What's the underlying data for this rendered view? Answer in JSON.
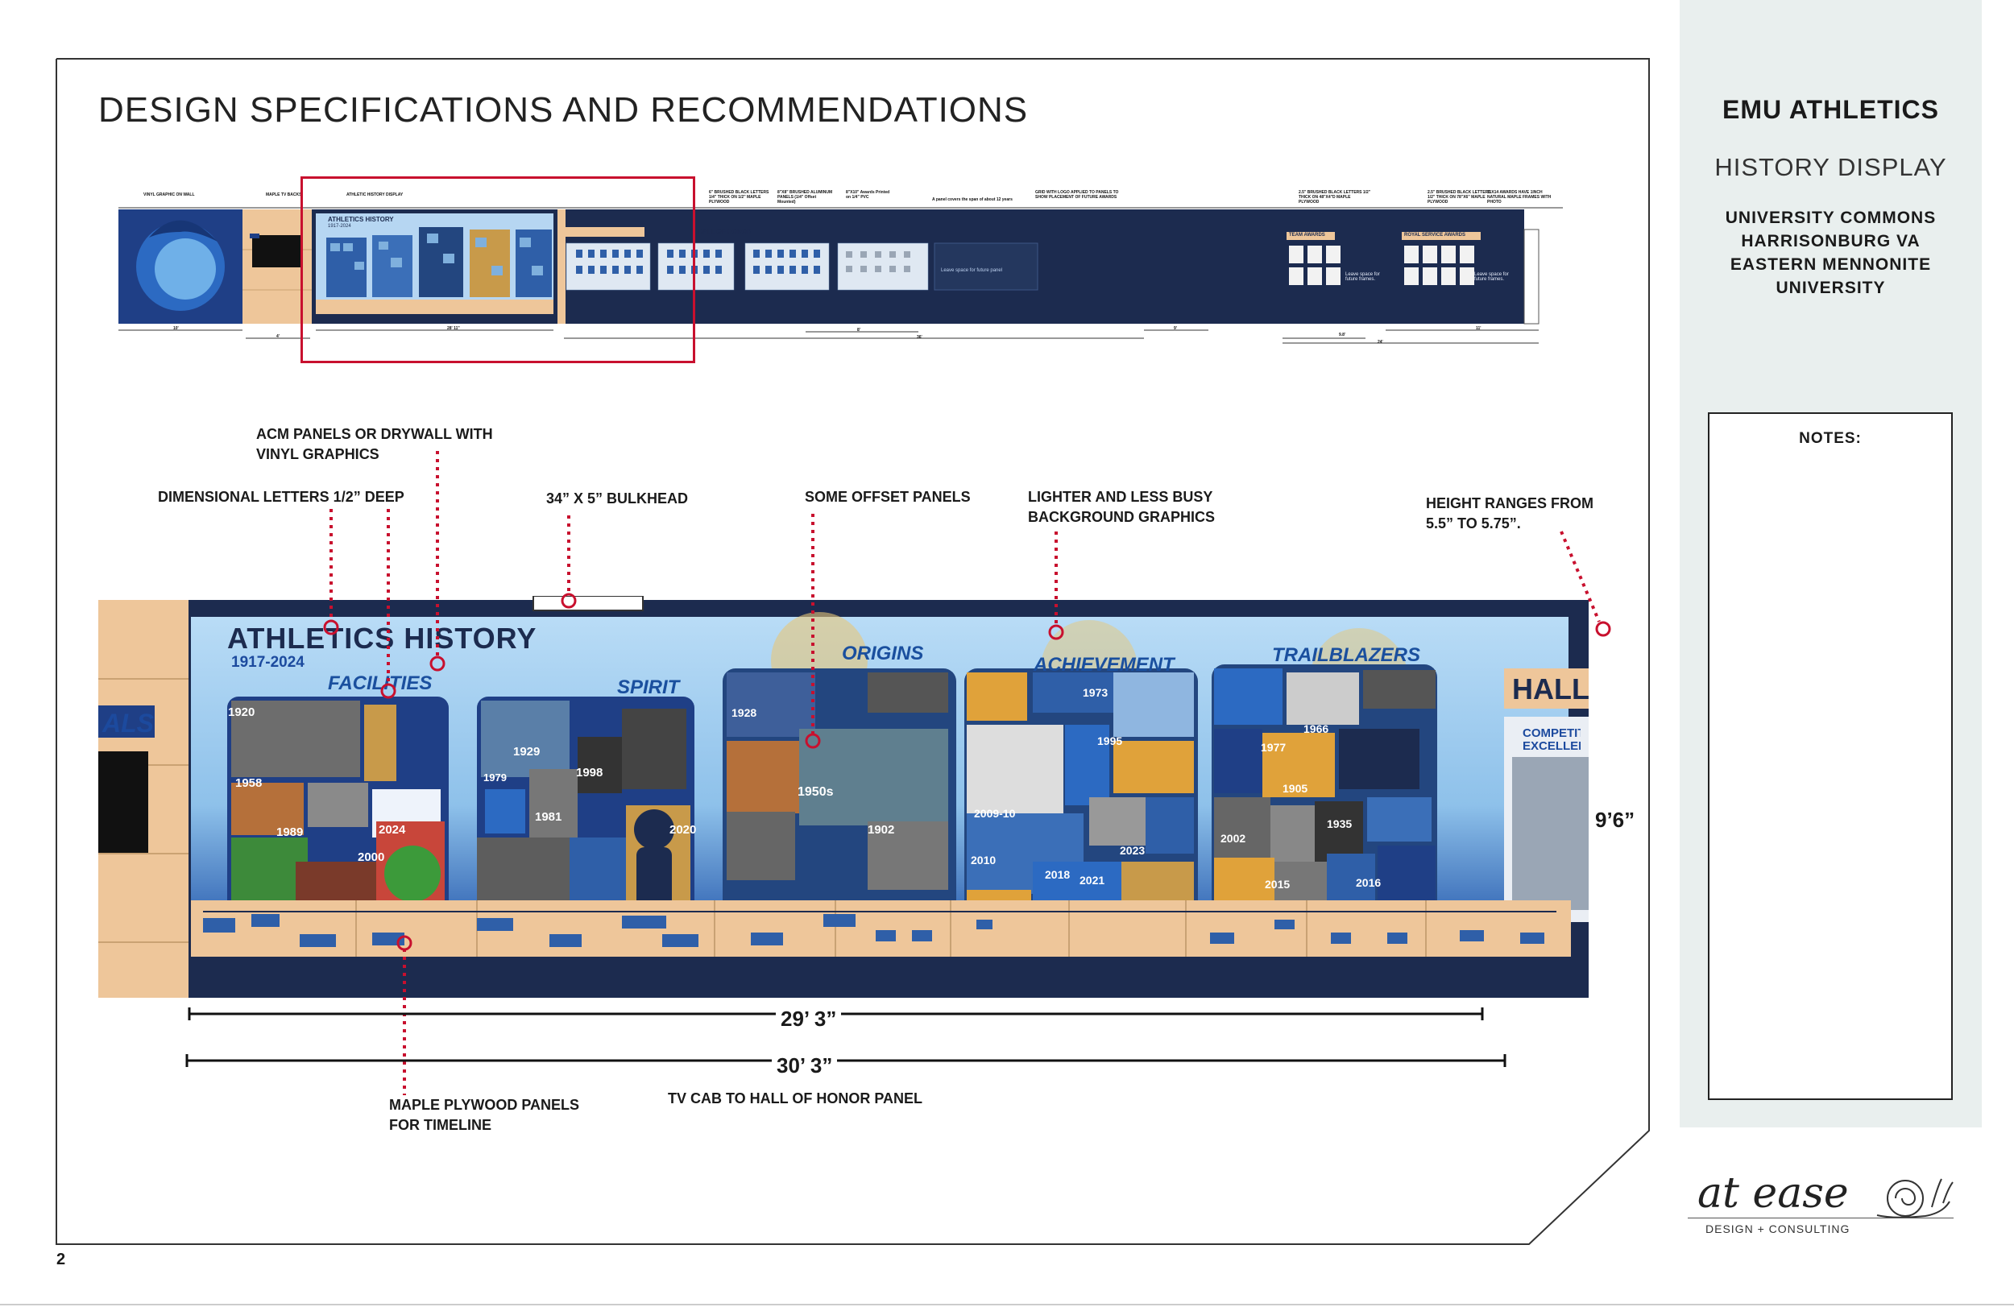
{
  "page": {
    "title": "DESIGN SPECIFICATIONS AND RECOMMENDATIONS",
    "page_number": "2"
  },
  "sidebar": {
    "client": "EMU ATHLETICS",
    "project": "HISTORY DISPLAY",
    "location_lines": [
      "UNIVERSITY COMMONS",
      "HARRISONBURG VA",
      "EASTERN MENNONITE",
      "UNIVERSITY"
    ],
    "notes_label": "NOTES:",
    "logo_text": "at ease",
    "logo_subtext": "DESIGN + CONSULTING"
  },
  "overview": {
    "top_labels": [
      "VINYL GRAPHIC ON WALL",
      "MAPLE TV BACKS",
      "ATHLETIC HISTORY DISPLAY"
    ],
    "spec_labels": [
      "6\" BRUSHED BLACK LETTERS 1/4\" THICK ON 1/2\" MAPLE PLYWOOD",
      "8\"X8\" BRUSHED ALUMINUM PANELS (1/4\" Offset Mounted)",
      "8\"X10\" Awards Printed on 1/4\" PVC",
      "A panel covers the span of about 12 years",
      "GRID WITH LOGO APPLIED TO PANELS TO SHOW PLACEMENT OF FUTURE AWARDS",
      "2.5\" BRUSHED BLACK LETTERS 1/2\" THICK ON 48\"X4\"D MAPLE PLYWOOD",
      "2.5\" BRUSHED BLACK LETTERS 1/2\" THICK ON 78\"X6\" MAPLE PLYWOOD",
      "11X14 AWARDS HAVE 1INCH NATURAL MAPLE FRAMES WITH PHOTO"
    ],
    "mini_history_title": "ATHLETICS HISTORY",
    "mini_history_years": "1917-2024",
    "hall_of_honor": "HALL OF HONOR",
    "future_space": "Leave space for future panel",
    "team_awards": "TEAM AWARDS",
    "royal_service_awards": "ROYAL SERVICE AWARDS",
    "leave_space_frames": "Leave space for future frames.",
    "dims": [
      "10'",
      "4'",
      "28' 11\"",
      "8'",
      "36'",
      "9'",
      "9.8'",
      "11'",
      "24'"
    ]
  },
  "callouts": {
    "acm": "ACM PANELS OR DRYWALL WITH VINYL GRAPHICS",
    "letters": "DIMENSIONAL LETTERS 1/2” DEEP",
    "bulkhead": "34” X 5” BULKHEAD",
    "offset": "SOME OFFSET PANELS",
    "lighter": "LIGHTER AND LESS BUSY BACKGROUND GRAPHICS",
    "height": "HEIGHT RANGES FROM 5.5” TO 5.75”.",
    "maple": "MAPLE PLYWOOD PANELS FOR TIMELINE",
    "tvcab": "TV CAB TO HALL OF HONOR PANEL"
  },
  "display": {
    "title": "ATHLETICS HISTORY",
    "years": "1917-2024",
    "sections": [
      "FACILITIES",
      "SPIRIT",
      "ORIGINS",
      "ACHIEVEMENT",
      "TRAILBLAZERS"
    ],
    "hall": "HALL",
    "competition": "COMPETITI EXCELLEN",
    "royals_fragment": "ALS",
    "year_tags": [
      "1920",
      "1958",
      "1989",
      "2000",
      "2024",
      "1929",
      "1979",
      "1981",
      "1998",
      "2020",
      "1928",
      "1950s",
      "1902",
      "1973",
      "1995",
      "2009-10",
      "2010",
      "2018",
      "2021",
      "2023",
      "1966",
      "1977",
      "1905",
      "1935",
      "2002",
      "2015",
      "2016"
    ]
  },
  "dimensions": {
    "width_inner": "29’ 3”",
    "width_outer": "30’ 3”",
    "height": "9’6”"
  },
  "colors": {
    "navy": "#1c2b4f",
    "maple": "#eec69a",
    "red_callout": "#c8102e",
    "panel_blue": "#2f5fa8",
    "sidebar_bg": "#e9efee"
  }
}
